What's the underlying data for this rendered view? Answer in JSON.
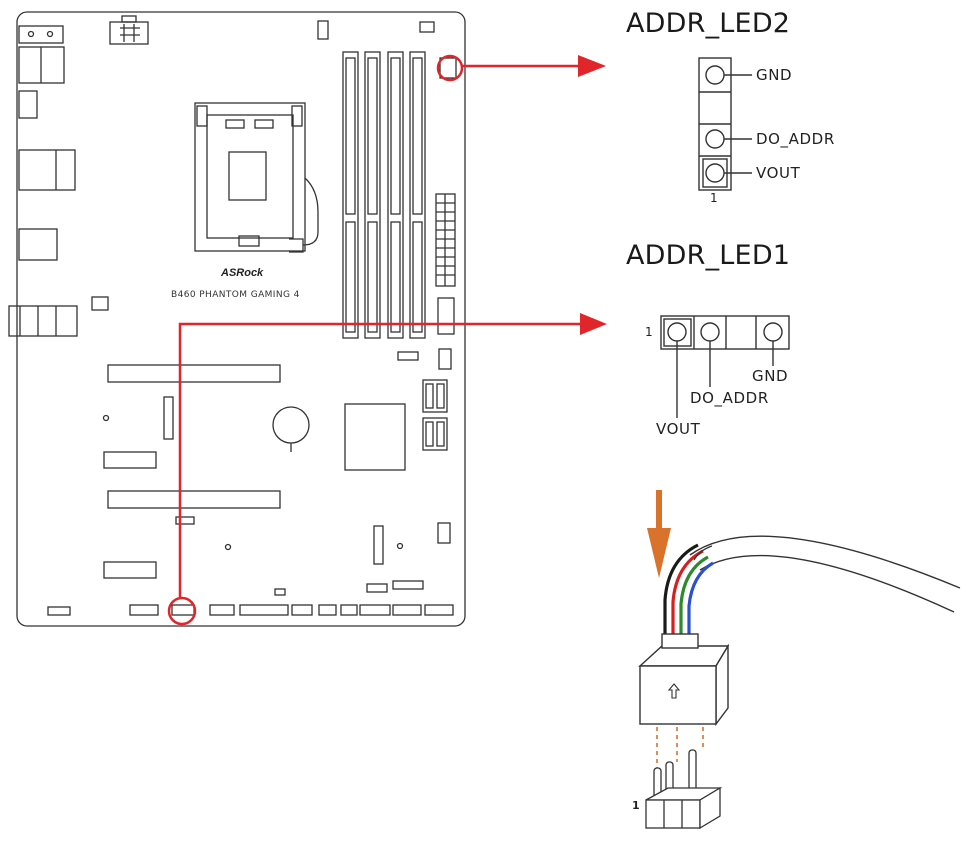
{
  "board": {
    "brand": "ASRock",
    "model": "B460 PHANTOM GAMING 4"
  },
  "addr_led2": {
    "title": "ADDR_LED2",
    "pins": {
      "gnd": "GND",
      "do_addr": "DO_ADDR",
      "vout": "VOUT"
    },
    "pin1_marker": "1"
  },
  "addr_led1": {
    "title": "ADDR_LED1",
    "pins": {
      "gnd": "GND",
      "do_addr": "DO_ADDR",
      "vout": "VOUT"
    },
    "pin1_marker": "1"
  },
  "cable": {
    "pin1_marker": "1",
    "wire_colors": [
      "#1a1a1a",
      "#d62020",
      "#2c8a2c",
      "#2a4fd0"
    ]
  },
  "colors": {
    "callout": "#e0262b",
    "insert_arrow": "#d9722a",
    "line": "#333333"
  }
}
